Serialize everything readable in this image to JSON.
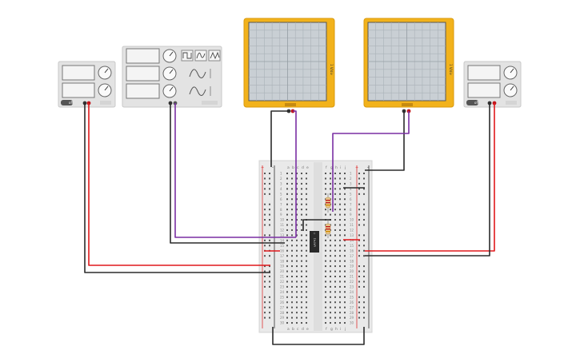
{
  "workspace": {
    "colors": {
      "wire_red": "#e0191c",
      "wire_black": "#2b2b2b",
      "wire_purple": "#7a2fa3",
      "scope_frame": "#f2b21b",
      "instrument_body": "#e3e3e3",
      "screen": "#c9cfd4",
      "breadboard": "#e9e9e9",
      "chip": "#2a2a2a"
    }
  },
  "power_supply_left": {
    "icon": "dc-power-supply-icon",
    "toggle_label": "off"
  },
  "function_generator": {
    "icon": "function-generator-icon",
    "wave_buttons": [
      {
        "icon": "square-wave-icon"
      },
      {
        "icon": "triangle-wave-icon"
      },
      {
        "icon": "sine-wave-icon"
      }
    ]
  },
  "oscilloscope_1": {
    "icon": "oscilloscope-icon",
    "side_label": "1 V/div"
  },
  "oscilloscope_2": {
    "icon": "oscilloscope-icon",
    "side_label": "1 V/div"
  },
  "power_supply_right": {
    "icon": "dc-power-supply-icon",
    "toggle_label": "off"
  },
  "breadboard": {
    "column_labels_left": [
      "a",
      "b",
      "c",
      "d",
      "e"
    ],
    "column_labels_right": [
      "f",
      "g",
      "h",
      "i",
      "j"
    ],
    "row_numbers": [
      "1",
      "2",
      "3",
      "4",
      "5",
      "6",
      "7",
      "8",
      "9",
      "10",
      "11",
      "12",
      "13",
      "14",
      "15",
      "16",
      "17",
      "18",
      "19",
      "20",
      "21",
      "22",
      "23",
      "24",
      "25",
      "26",
      "27",
      "28",
      "29",
      "30"
    ],
    "rail_signs": [
      "+",
      "-"
    ]
  },
  "ic_chip": {
    "icon": "ic-chip-icon",
    "label": "uA741"
  }
}
